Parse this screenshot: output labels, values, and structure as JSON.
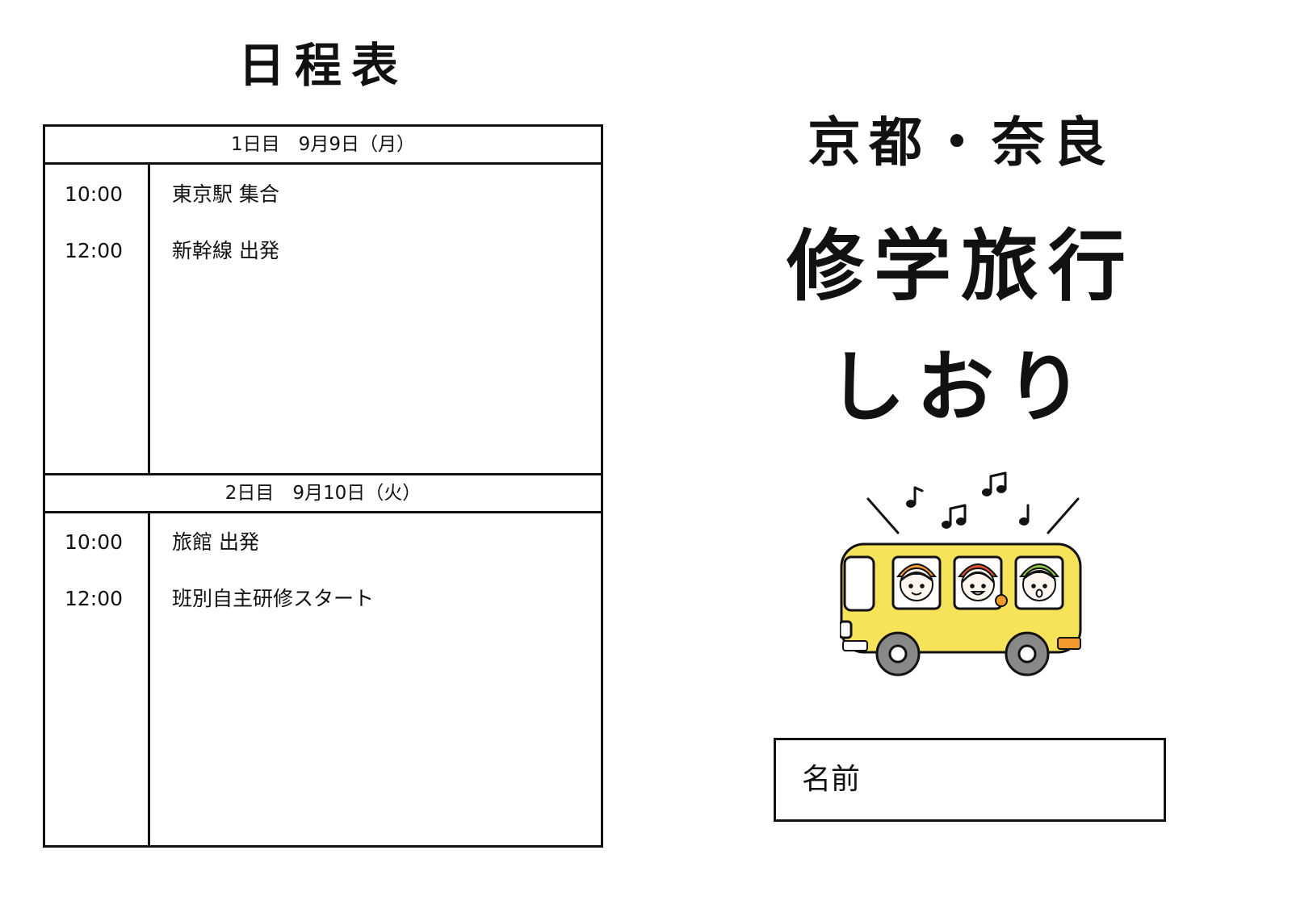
{
  "schedule": {
    "title": "日程表",
    "days": [
      {
        "header": "1日目　9月9日（月）",
        "rows": [
          {
            "time": "10:00",
            "event": "東京駅 集合"
          },
          {
            "time": "12:00",
            "event": "新幹線 出発"
          }
        ]
      },
      {
        "header": "2日目　9月10日（火）",
        "rows": [
          {
            "time": "10:00",
            "event": "旅館 出発"
          },
          {
            "time": "12:00",
            "event": "班別自主研修スタート"
          }
        ]
      }
    ]
  },
  "cover": {
    "subtitle": "京都・奈良",
    "title_line1": "修学旅行",
    "title_line2": "しおり",
    "name_label": "名前",
    "bus_color": "#f7e35a",
    "wheel_color": "#888888",
    "accent_color": "#f29a2e"
  }
}
